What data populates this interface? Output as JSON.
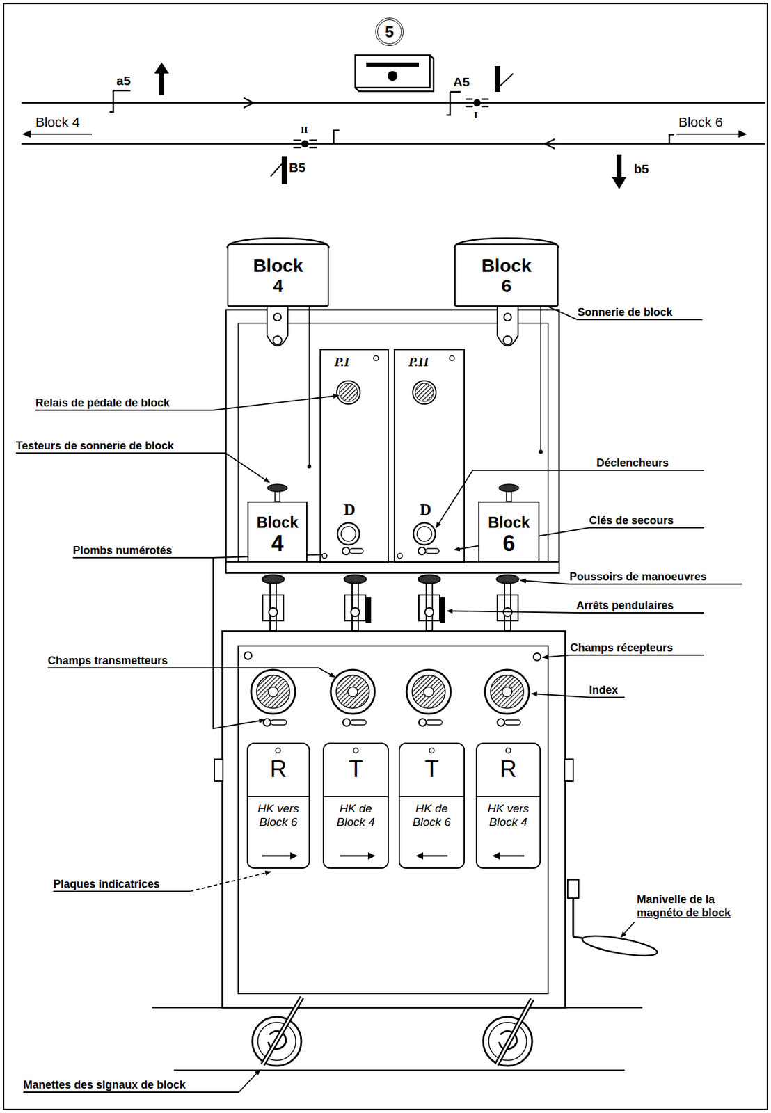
{
  "diagram": {
    "nodes": [
      {
        "text": [
          "5"
        ]
      },
      {
        "text": [
          "Block 4"
        ]
      },
      {
        "text": [
          "Block 6"
        ]
      },
      {
        "text": [
          "P.I",
          "D"
        ]
      },
      {
        "text": [
          "P.II",
          "D"
        ]
      },
      {
        "text": [
          "Block 4"
        ]
      },
      {
        "text": [
          "Block 6"
        ]
      },
      {
        "text": [
          "R",
          "HK vers Block 6"
        ]
      },
      {
        "text": [
          "T",
          "HK de Block 4"
        ]
      },
      {
        "text": [
          "T",
          "HK de Block 6"
        ]
      },
      {
        "text": [
          "R",
          "HK vers Block 4"
        ]
      }
    ],
    "labels": [
      "a5",
      "A5",
      "I",
      "Block 4",
      "II",
      "B5",
      "Block 6",
      "b5",
      "Sonnerie de block",
      "Relais de pédale de block",
      "Testeurs de sonnerie de block",
      "Déclencheurs",
      "Clés de secours",
      "Plombs numérotés",
      "Poussoirs de manoeuvres",
      "Arrêts pendulaires",
      "Champs transmetteurs",
      "Champs récepteurs",
      "Index",
      "Plaques indicatrices",
      "Manivelle de la magnéto de block",
      "Manettes des signaux de block"
    ]
  }
}
